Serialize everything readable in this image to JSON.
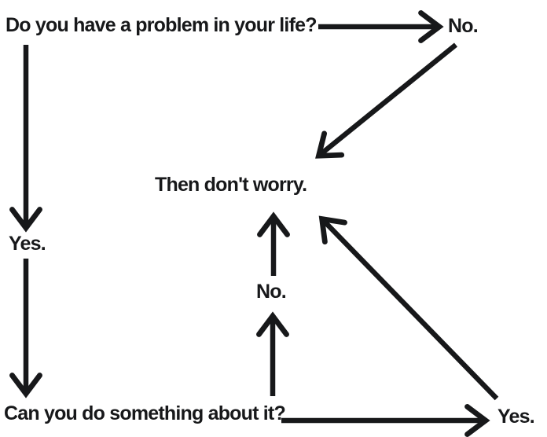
{
  "page": {
    "background_color": "#ffffff",
    "ink_color": "#17181a"
  },
  "flowchart": {
    "question_top": "Do you have a problem in your life?",
    "answer_no_top": "No.",
    "conclusion": "Then don't worry.",
    "answer_yes_left": "Yes.",
    "answer_no_middle": "No.",
    "question_bottom": "Can you do something about it?",
    "answer_yes_right": "Yes.",
    "edges": [
      {
        "from": "question_top",
        "via": "No.",
        "to": "conclusion"
      },
      {
        "from": "question_top",
        "via": "Yes.",
        "to": "question_bottom"
      },
      {
        "from": "question_bottom",
        "via": "No.",
        "to": "conclusion"
      },
      {
        "from": "question_bottom",
        "via": "Yes.",
        "to": "conclusion"
      }
    ]
  }
}
